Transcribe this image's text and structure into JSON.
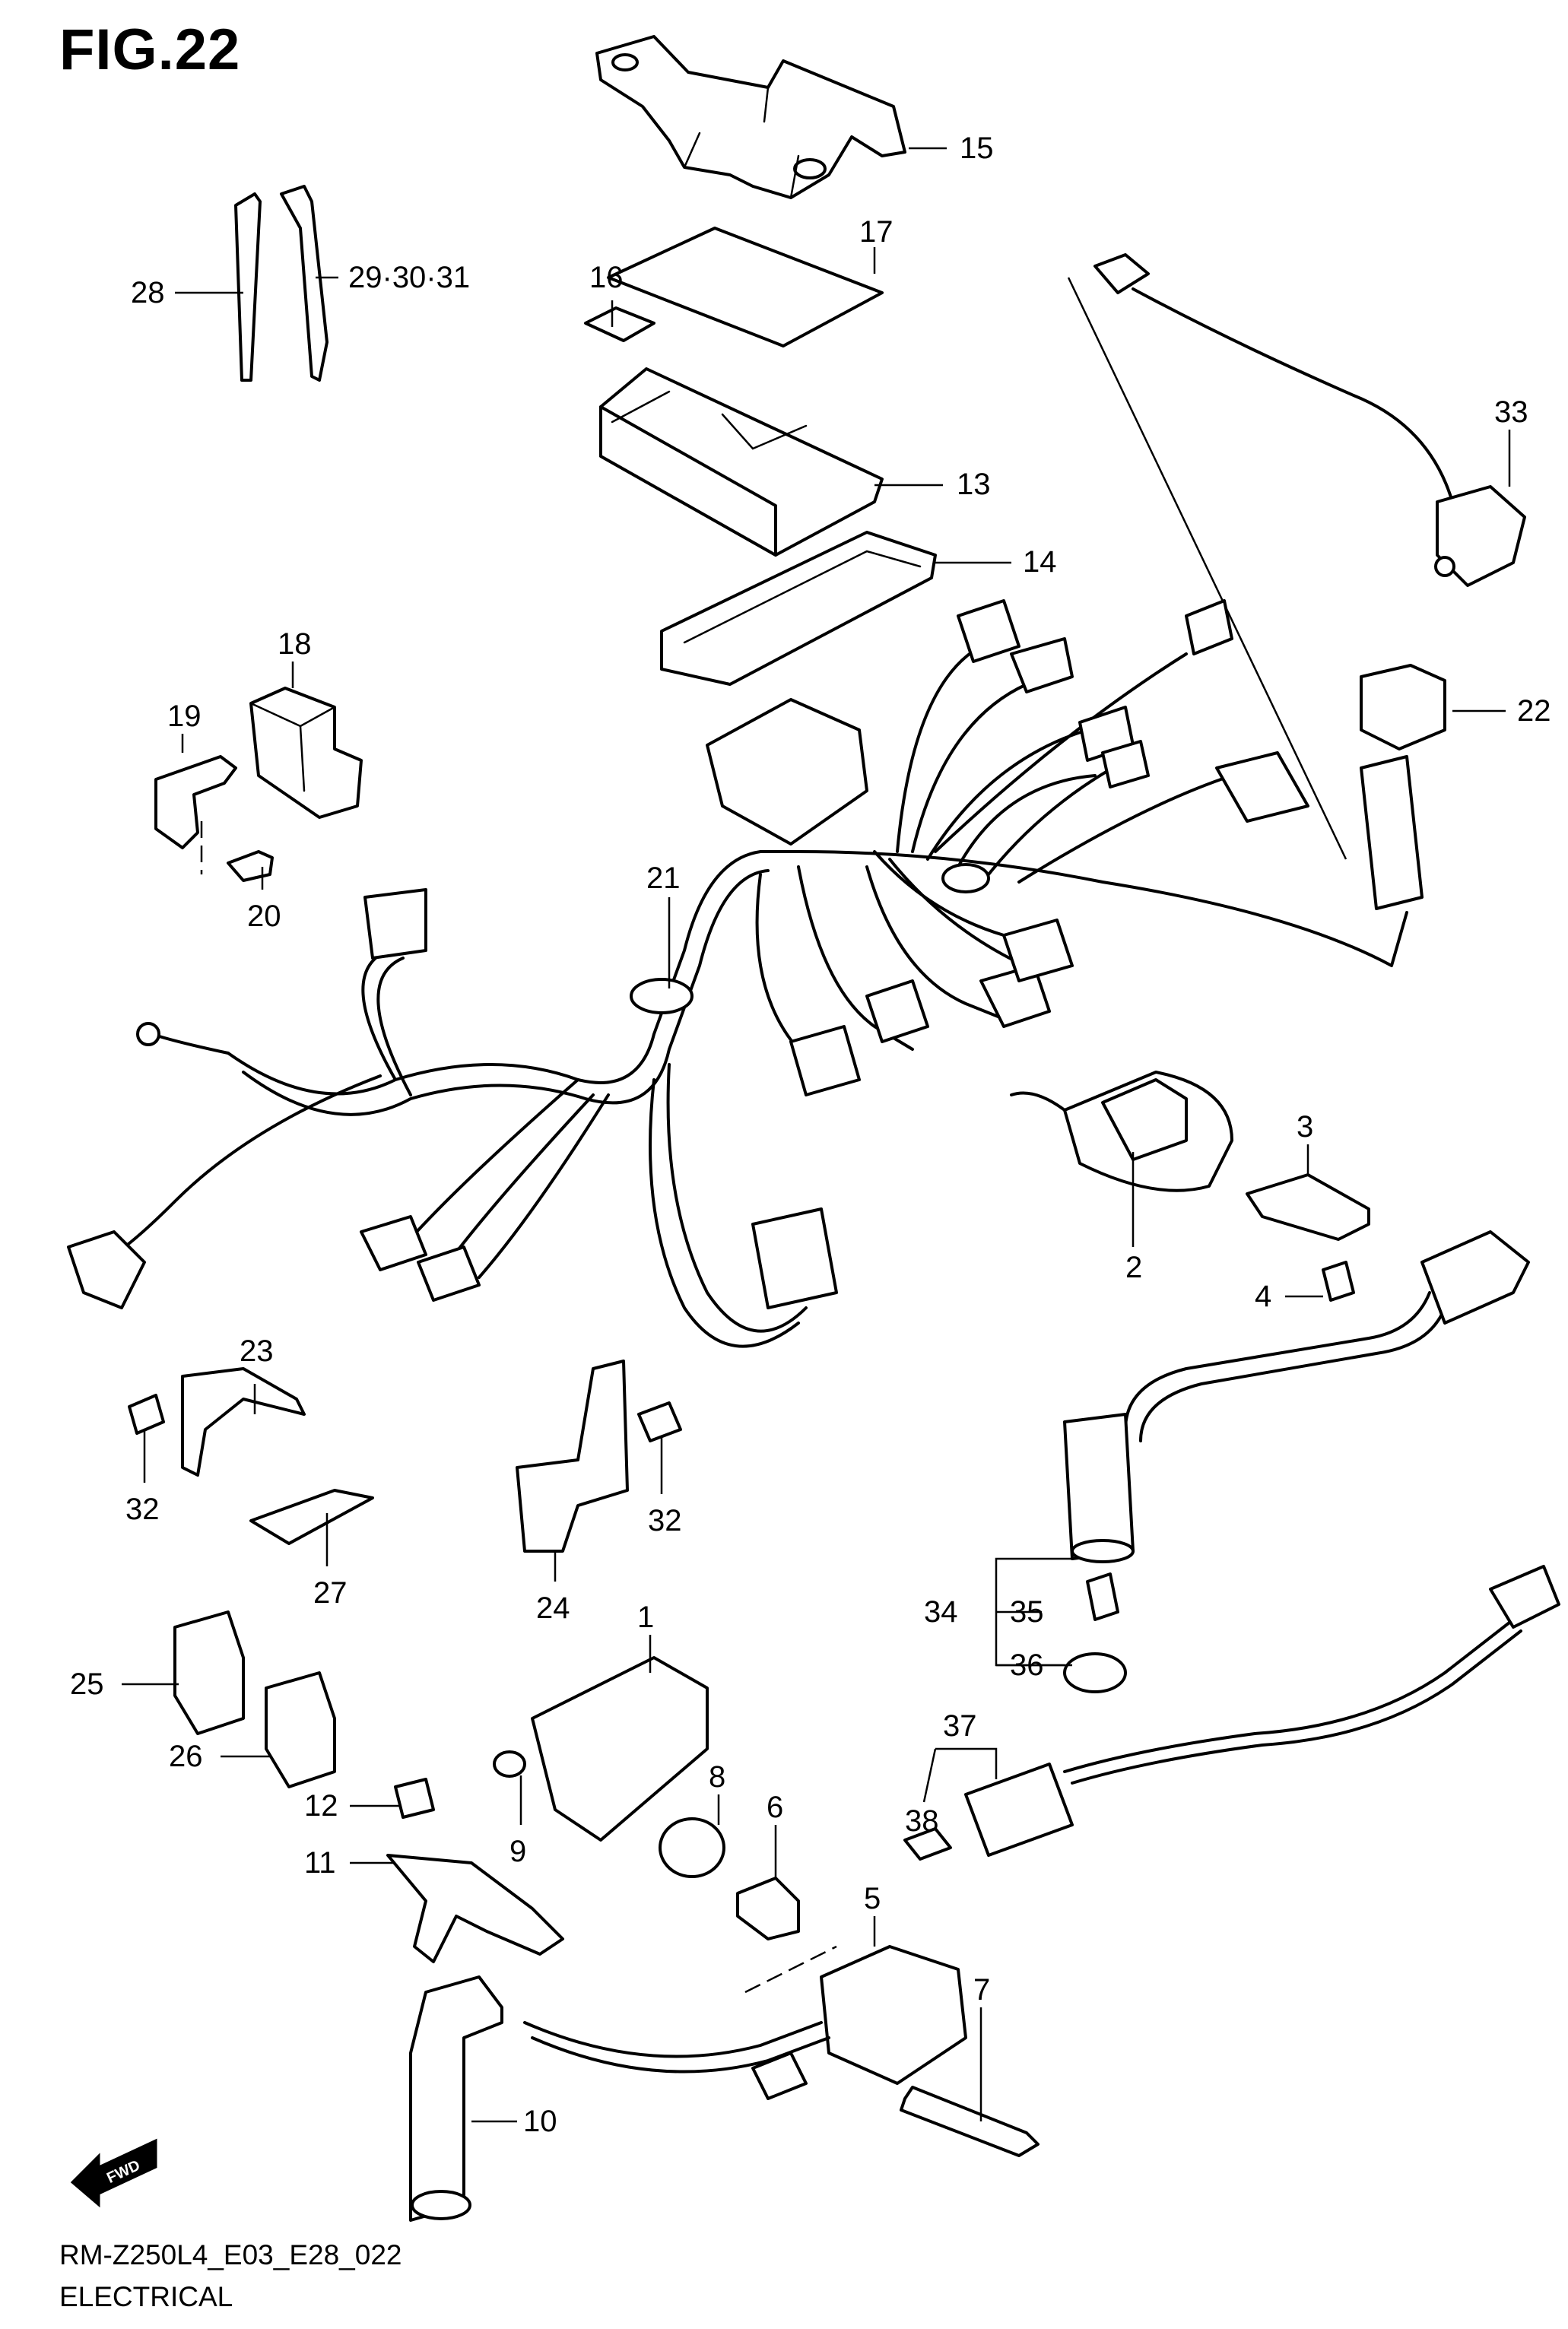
{
  "figure": {
    "title": "FIG.22",
    "code": "RM-Z250L4_E03_E28_022",
    "name": "ELECTRICAL",
    "fwd_label": "FWD"
  },
  "callouts": {
    "c1": "1",
    "c2": "2",
    "c3": "3",
    "c4": "4",
    "c5": "5",
    "c6": "6",
    "c7": "7",
    "c8": "8",
    "c9": "9",
    "c10": "10",
    "c11": "11",
    "c12": "12",
    "c13": "13",
    "c14": "14",
    "c15": "15",
    "c16": "16",
    "c17": "17",
    "c18": "18",
    "c19": "19",
    "c20": "20",
    "c21": "21",
    "c22": "22",
    "c23": "23",
    "c24": "24",
    "c25": "25",
    "c26": "26",
    "c27": "27",
    "c28": "28",
    "c29": "29·30·31",
    "c32a": "32",
    "c32b": "32",
    "c33": "33",
    "c34": "34",
    "c35": "35",
    "c36": "36",
    "c37": "37",
    "c38": "38"
  }
}
